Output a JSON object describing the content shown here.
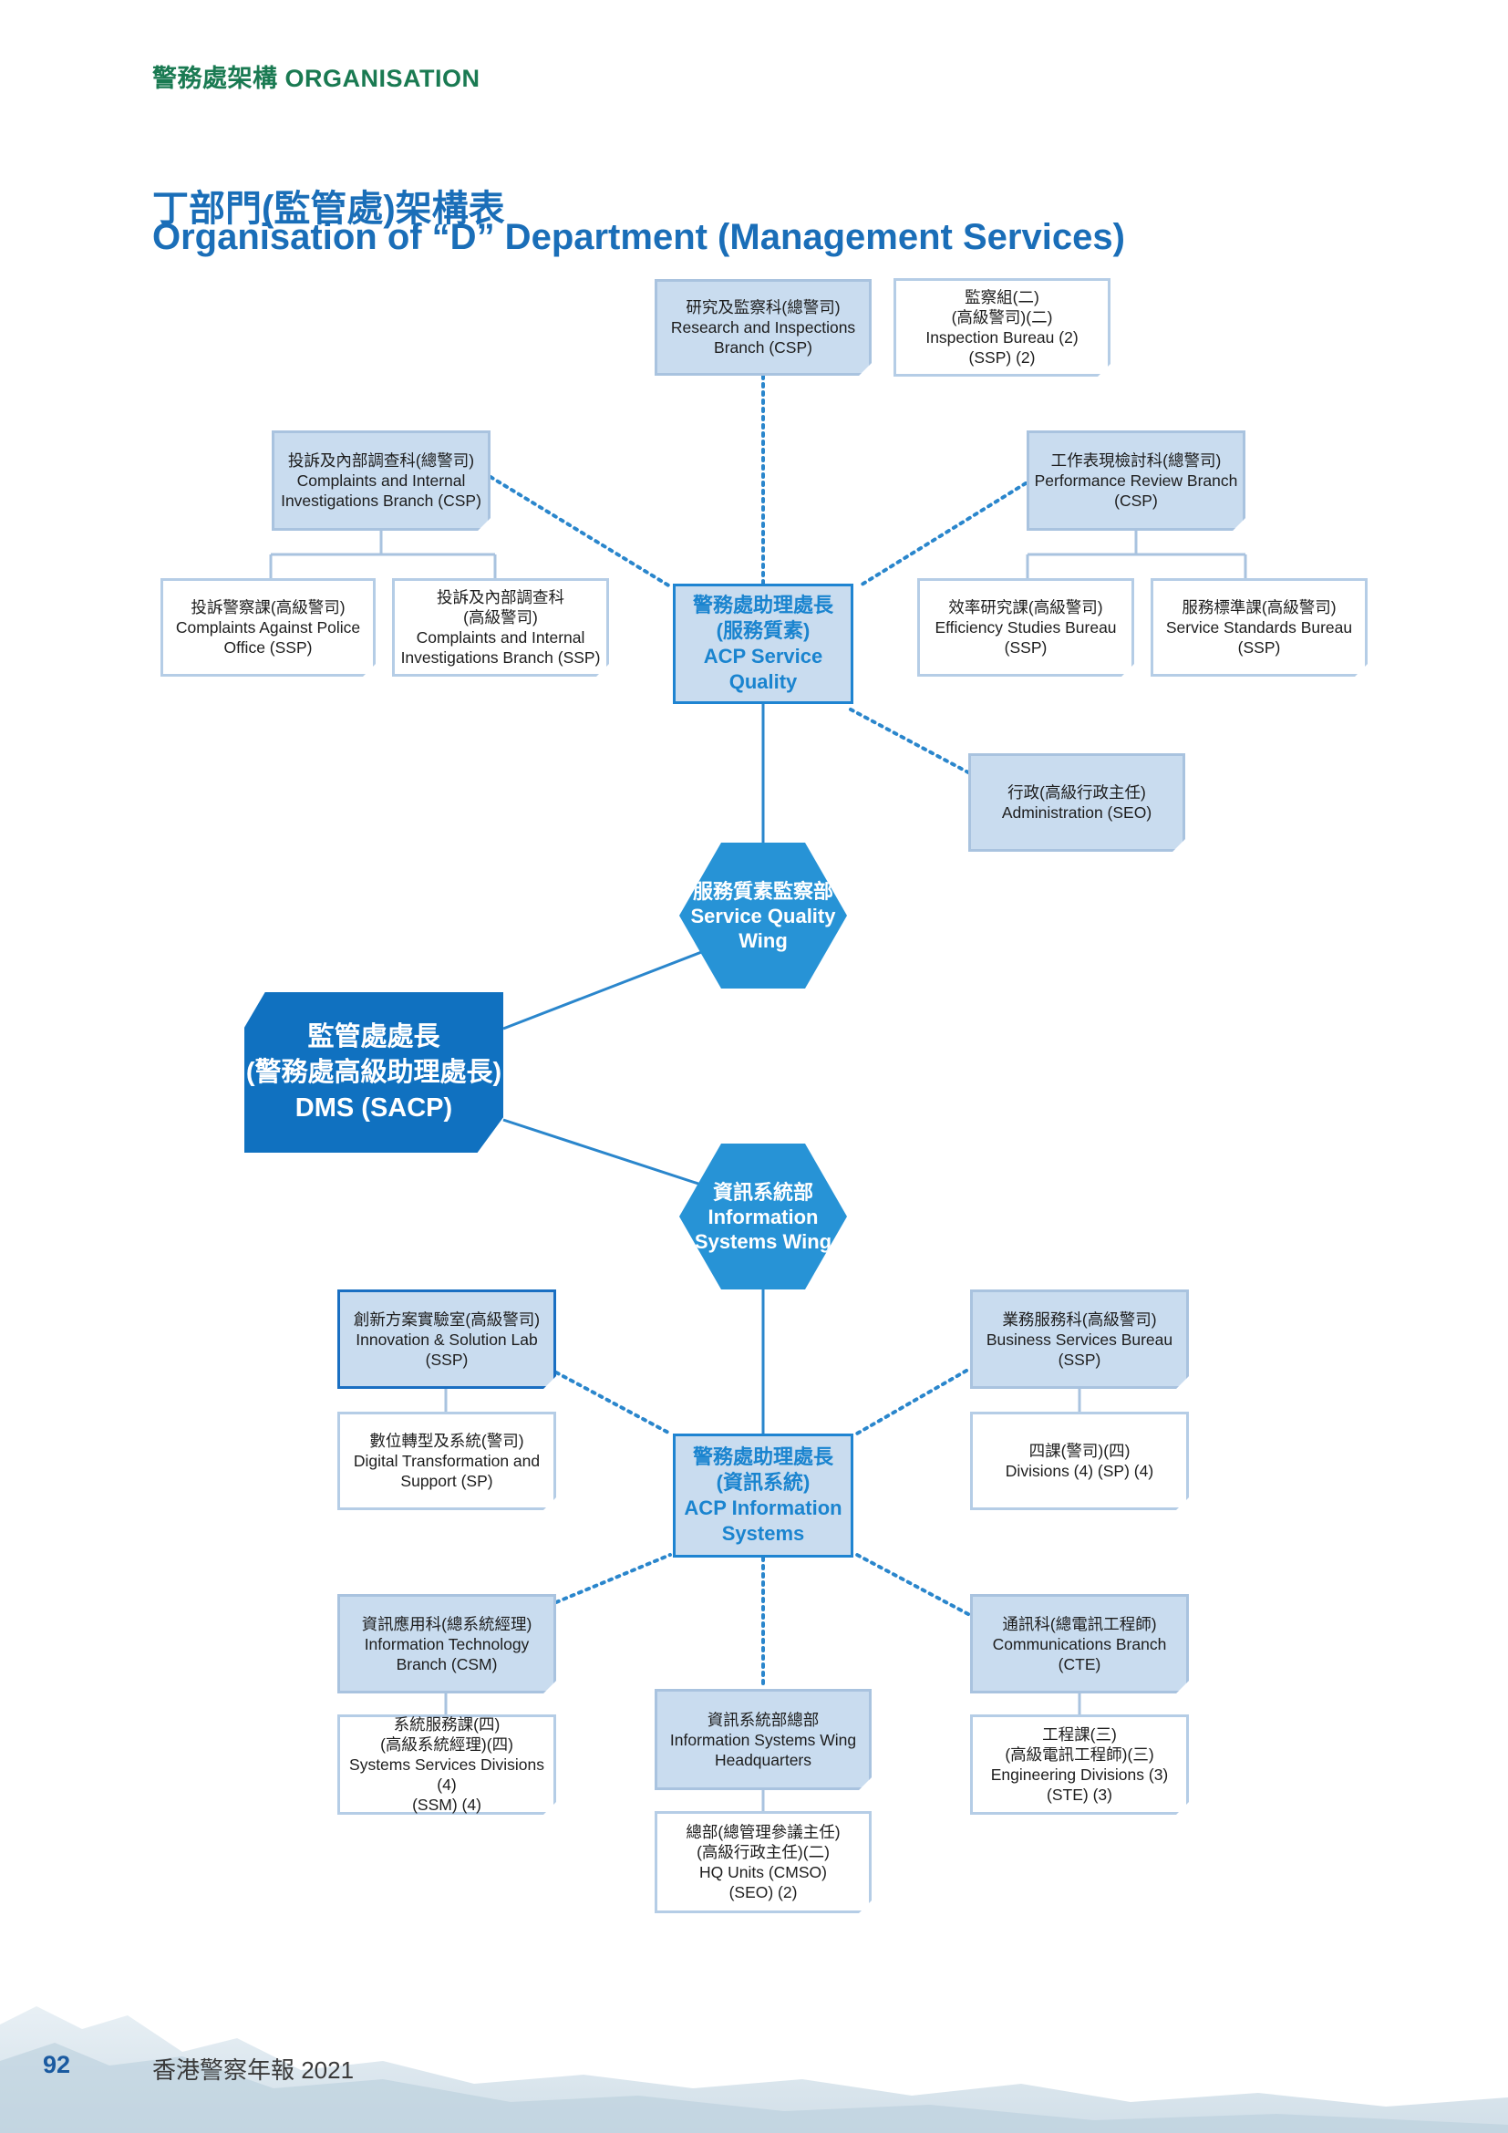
{
  "header": {
    "section": "警務處架構 ORGANISATION"
  },
  "title": {
    "zh": "丁部門(監管處)架構表",
    "en": "Organisation of “D” Department (Management Services)"
  },
  "chart": {
    "dms": {
      "lines": [
        "監管處處長",
        "(警務處高級助理處長)",
        "DMS (SACP)"
      ]
    },
    "service_quality_wing": {
      "lines": [
        "服務質素監察部",
        "Service Quality",
        "Wing"
      ]
    },
    "information_systems_wing": {
      "lines": [
        "資訊系統部",
        "Information",
        "Systems Wing"
      ]
    },
    "acp_service_quality": {
      "lines": [
        "警務處助理處長",
        "(服務質素)",
        "ACP Service",
        "Quality"
      ]
    },
    "acp_information_systems": {
      "lines": [
        "警務處助理處長",
        "(資訊系統)",
        "ACP Information",
        "Systems"
      ]
    },
    "research_branch": {
      "lines": [
        "研究及監察科(總警司)",
        "Research and Inspections",
        "Branch (CSP)"
      ]
    },
    "inspection_bureau": {
      "lines": [
        "監察組(二)",
        "(高級警司)(二)",
        "Inspection Bureau (2)",
        "(SSP) (2)"
      ]
    },
    "complaints_branch": {
      "lines": [
        "投訴及內部調查科(總警司)",
        "Complaints and Internal",
        "Investigations Branch (CSP)"
      ]
    },
    "capo": {
      "lines": [
        "投訴警察課(高級警司)",
        "Complaints Against Police",
        "Office (SSP)"
      ]
    },
    "complaints_ssp": {
      "lines": [
        "投訴及內部調查科",
        "(高級警司)",
        "Complaints and Internal",
        "Investigations Branch (SSP)"
      ]
    },
    "performance_review": {
      "lines": [
        "工作表現檢討科(總警司)",
        "Performance Review Branch",
        "(CSP)"
      ]
    },
    "efficiency_studies": {
      "lines": [
        "效率研究課(高級警司)",
        "Efficiency Studies Bureau (SSP)"
      ]
    },
    "service_standards": {
      "lines": [
        "服務標準課(高級警司)",
        "Service Standards Bureau (SSP)"
      ]
    },
    "administration": {
      "lines": [
        "行政(高級行政主任)",
        "Administration (SEO)"
      ]
    },
    "innovation_lab": {
      "lines": [
        "創新方案實驗室(高級警司)",
        "Innovation & Solution Lab",
        "(SSP)"
      ]
    },
    "digital_transformation": {
      "lines": [
        "數位轉型及系統(警司)",
        "Digital Transformation and",
        "Support (SP)"
      ]
    },
    "business_services": {
      "lines": [
        "業務服務科(高級警司)",
        "Business Services Bureau",
        "(SSP)"
      ]
    },
    "divisions": {
      "lines": [
        "四課(警司)(四)",
        "Divisions (4) (SP) (4)"
      ]
    },
    "it_branch": {
      "lines": [
        "資訊應用科(總系統經理)",
        "Information Technology",
        "Branch (CSM)"
      ]
    },
    "systems_services": {
      "lines": [
        "系統服務課(四)",
        "(高級系統經理)(四)",
        "Systems Services Divisions (4)",
        "(SSM) (4)"
      ]
    },
    "isw_hq": {
      "lines": [
        "資訊系統部總部",
        "Information Systems Wing",
        "Headquarters"
      ]
    },
    "hq_units": {
      "lines": [
        "總部(總管理參議主任)",
        "(高級行政主任)(二)",
        "HQ Units (CMSO)",
        "(SEO) (2)"
      ]
    },
    "communications_branch": {
      "lines": [
        "通訊科(總電訊工程師)",
        "Communications Branch",
        "(CTE)"
      ]
    },
    "engineering_divisions": {
      "lines": [
        "工程課(三)",
        "(高級電訊工程師)(三)",
        "Engineering Divisions (3)",
        "(STE) (3)"
      ]
    }
  },
  "footer": {
    "page_number": "92",
    "report_title": "香港警察年報 2021"
  },
  "colors": {
    "green": "#1a7a52",
    "title_blue": "#1a6eb8",
    "hex_blue": "#2793d6",
    "dms_blue": "#1071c0",
    "box_fill": "#c9dcef"
  }
}
